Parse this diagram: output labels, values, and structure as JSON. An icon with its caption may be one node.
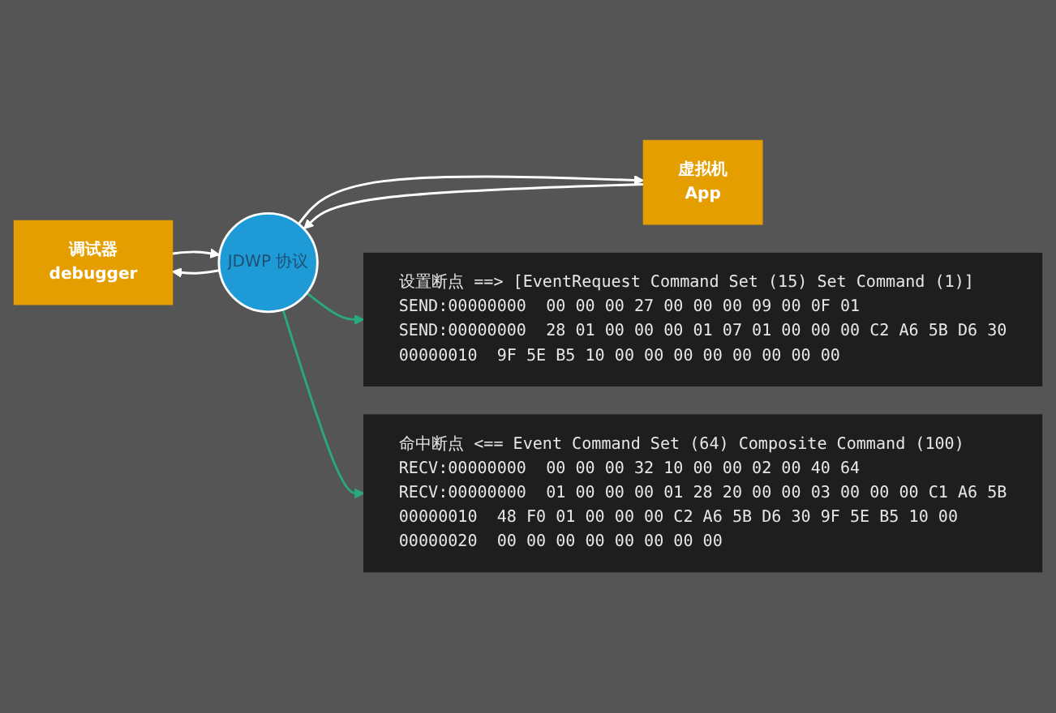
{
  "diagram": {
    "nodes": [
      {
        "text": [
          "设置断点 ==> [EventRequest Command Set (15) Set Command (1)]",
          "SEND:00000000  00 00 00 27 00 00 00 09 00 0F 01",
          "SEND:00000000  28 01 00 00 00 01 07 01 00 00 00 C2 A6 5B D6 30",
          "00000010  9F 5E B5 10 00 00 00 00 00 00 00 00"
        ]
      },
      {
        "text": [
          "调试器",
          "debugger"
        ]
      },
      {
        "text": [
          "JDWP 协议"
        ]
      },
      {
        "text": [
          "虚拟机",
          "App"
        ]
      },
      {
        "text": [
          "命中断点 <== Event Command Set (64) Composite Command (100)",
          "RECV:00000000  00 00 00 32 10 00 00 02 00 40 64",
          "RECV:00000000  01 00 00 00 01 28 20 00 00 03 00 00 00 C1 A6 5B",
          "00000010  48 F0 01 00 00 00 C2 A6 5B D6 30 9F 5E B5 10 00",
          "00000020  00 00 00 00 00 00 00 00"
        ]
      }
    ],
    "edges": [
      {
        "from": 1,
        "to": 2,
        "arrow": "to"
      },
      {
        "from": 2,
        "to": 1,
        "arrow": "to"
      },
      {
        "from": 2,
        "to": 3,
        "arrow": "to"
      },
      {
        "from": 3,
        "to": 2,
        "arrow": "to"
      },
      {
        "from": 2,
        "to": 0,
        "arrow": "to",
        "color": "#2aa87e"
      },
      {
        "from": 2,
        "to": 4,
        "arrow": "to",
        "color": "#2aa87e"
      }
    ]
  }
}
